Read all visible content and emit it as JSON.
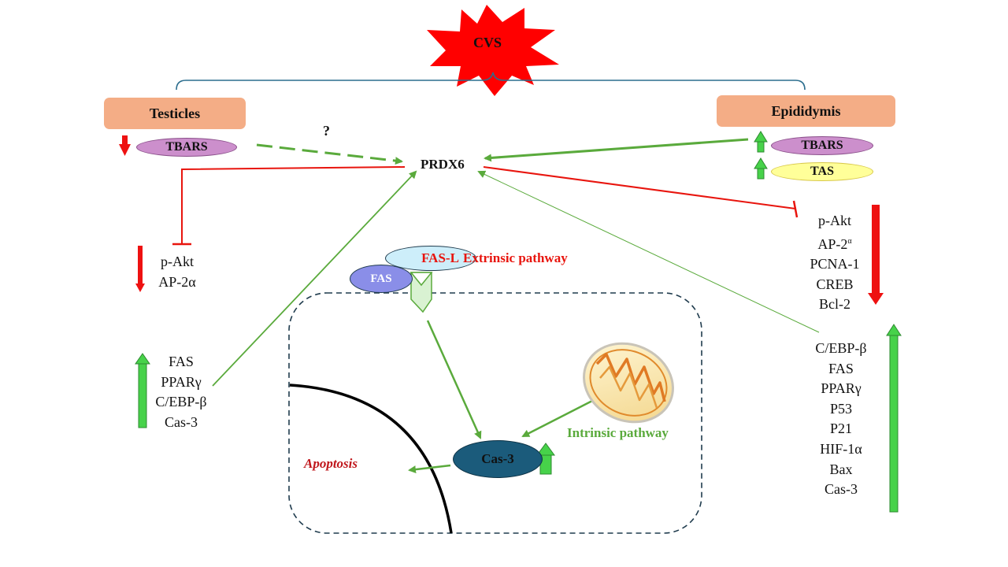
{
  "stressor": "CVS",
  "organs": {
    "testicles": "Testicles",
    "epididymis": "Epididymis"
  },
  "markers": {
    "testicles_tbars": "TBARS",
    "epididymis_tbars": "TBARS",
    "epididymis_tas": "TAS"
  },
  "hub": "PRDX6",
  "question_mark": "?",
  "testicles_down": [
    "p-Akt",
    "AP-2α"
  ],
  "testicles_up": [
    "FAS",
    "PPARγ",
    "C/EBP-β",
    "Cas-3"
  ],
  "epididymis_down": [
    "p-Akt",
    "AP-2",
    "PCNA-1",
    "CREB",
    "Bcl-2"
  ],
  "epididymis_ap2_superscript": "α",
  "epididymis_up": [
    "C/EBP-β",
    "FAS",
    "PPARγ",
    "P53",
    "P21",
    "HIF-1α",
    "Bax",
    "Cas-3"
  ],
  "pathway": {
    "fas_l": "FAS-L",
    "extrinsic": "Extrinsic pathway",
    "fas": "FAS",
    "cas3": "Cas-3",
    "intrinsic": "Intrinsic pathway",
    "apoptosis": "Apoptosis"
  },
  "colors": {
    "burst": "#ff0000",
    "organ_box": "#f4ad86",
    "tbars_ellipse": "#cc8fcc",
    "tas_ellipse": "#ffff99",
    "activation_green": "#5aaa3c",
    "inhibition_red": "#e8150e",
    "up_arrow_green": "#47d24a",
    "down_arrow_red": "#ee1111",
    "cas3_fill": "#1b5b7b",
    "fas_fill": "#8a8ee8",
    "fasl_fill": "#cdeefa",
    "extrinsic_text": "#e8150e",
    "intrinsic_text": "#5aaa3c",
    "apoptosis_text": "#c0171c",
    "brace": "#2c6e8e"
  }
}
